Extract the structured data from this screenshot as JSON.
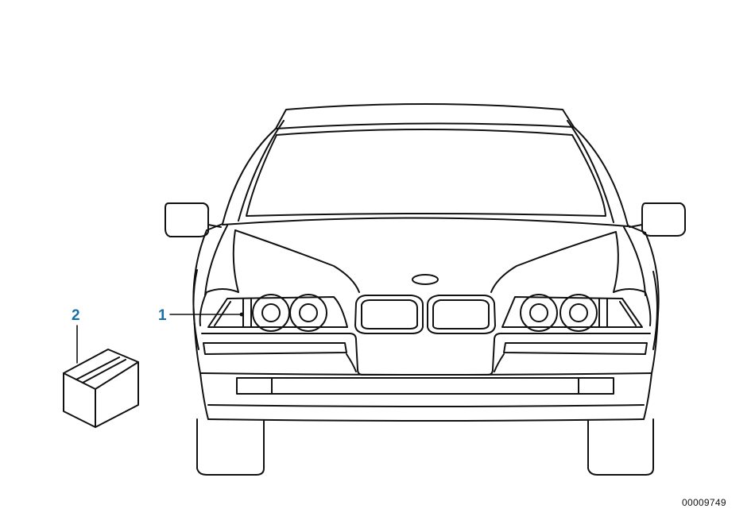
{
  "callouts": [
    {
      "number": "1",
      "part": "headlight"
    },
    {
      "number": "2",
      "part": "package"
    }
  ],
  "diagram_id": "00009749",
  "colors": {
    "callout": "#1a6fa6",
    "line": "#111111",
    "background": "#ffffff"
  }
}
